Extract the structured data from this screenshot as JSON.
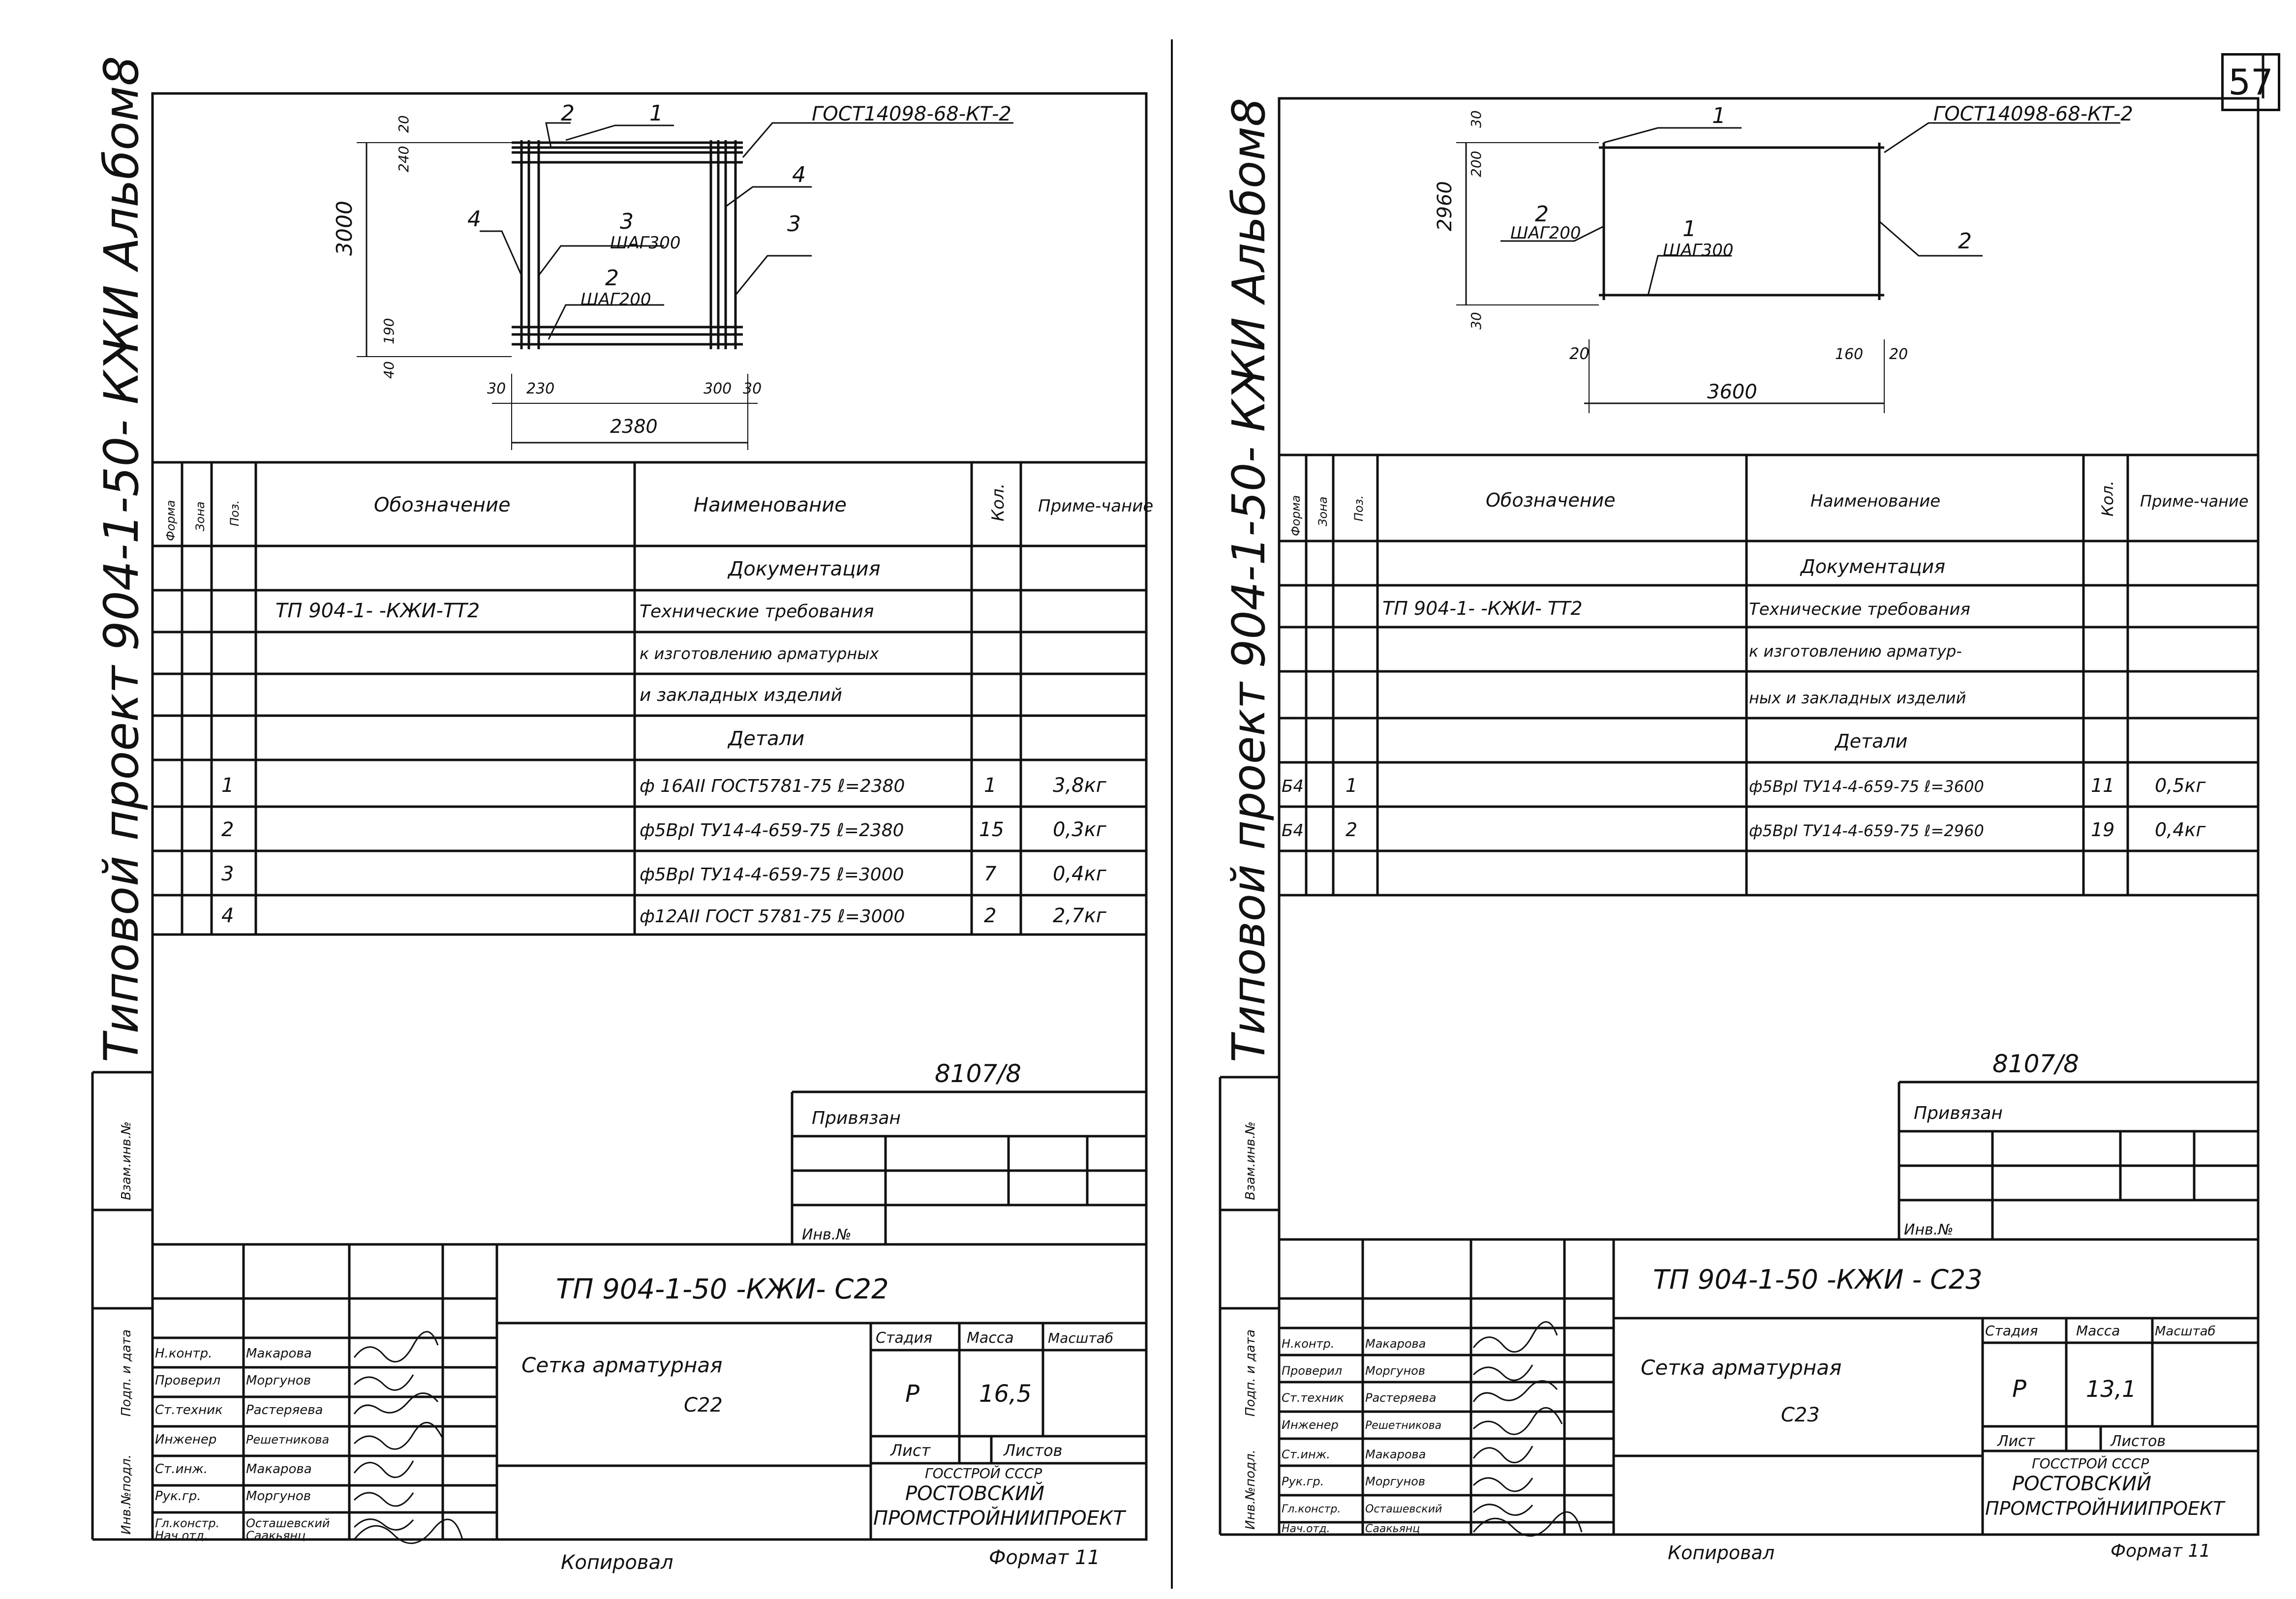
{
  "page_number": "57",
  "left_sheet": {
    "series_title": "Типовой проект 904-1-50- КЖИ Альбом8",
    "drawing": {
      "gost_label": "ГОСТ14098-68-КТ-2",
      "callouts": [
        "1",
        "2",
        "3",
        "4",
        "4",
        "3"
      ],
      "step_labels": [
        "ШАГ300",
        "ШАГ200"
      ],
      "step_marks": [
        "3",
        "2"
      ],
      "dims": [
        "3000",
        "240",
        "20",
        "190",
        "40",
        "30",
        "230",
        "300",
        "30",
        "2380"
      ]
    },
    "headers": {
      "forma": "Форма",
      "zona": "Зона",
      "poz": "Поз.",
      "designation": "Обозначение",
      "name": "Наименование",
      "qty": "Кол.",
      "note": "Приме-чание"
    },
    "section_docs": "Документация",
    "doc_designation": "ТП 904-1-   -КЖИ-ТТ2",
    "doc_lines": [
      "Технические требования",
      "к изготовлению арматурных",
      "и закладных изделий"
    ],
    "section_details": "Детали",
    "rows": [
      {
        "poz": "1",
        "name": "ф 16АII ГОСТ5781-75 ℓ=2380",
        "qty": "1",
        "note": "3,8кг"
      },
      {
        "poz": "2",
        "name": "ф5ВрI ТУ14-4-659-75 ℓ=2380",
        "qty": "15",
        "note": "0,3кг"
      },
      {
        "poz": "3",
        "name": "ф5ВрI ТУ14-4-659-75 ℓ=3000",
        "qty": "7",
        "note": "0,4кг"
      },
      {
        "poz": "4",
        "name": "ф12АII ГОСТ 5781-75 ℓ=3000",
        "qty": "2",
        "note": "2,7кг"
      }
    ],
    "archive_no": "8107/8",
    "privyazan": "Привязан",
    "inv_no": "Инв.№",
    "side_labels": [
      "Инв.№подл.",
      "Подп. и дата",
      "Взам.инв.№"
    ],
    "code": "ТП 904-1-50    -КЖИ- С22",
    "title_line1": "Сетка арматурная",
    "title_line2": "С22",
    "stage_header": "Стадия",
    "mass_header": "Масса",
    "scale_header": "Масштаб",
    "stage": "Р",
    "mass": "16,5",
    "sheet_label": "Лист",
    "sheets_label": "Листов",
    "org1": "ГОССТРОЙ СССР",
    "org2": "РОСТОВСКИЙ",
    "org3": "ПРОМСТРОЙНИИПРОЕКТ",
    "roles": [
      "Н.контр.",
      "Проверил",
      "Ст.техник",
      "Инженер",
      "Ст.инж.",
      "Рук.гр.",
      "Гл.констр.",
      "Нач.отд."
    ],
    "names": [
      "Макарова",
      "Моргунов",
      "Растеряева",
      "Решетникова",
      "Макарова",
      "Моргунов",
      "Осташевский",
      "Саакьянц"
    ],
    "copied": "Копировал",
    "format": "Формат 11"
  },
  "right_sheet": {
    "series_title": "Типовой проект 904-1-50- КЖИ Альбом8",
    "drawing": {
      "gost_label": "ГОСТ14098-68-КТ-2",
      "callouts": [
        "1",
        "2",
        "1",
        "2"
      ],
      "step_labels": [
        "ШАГ200",
        "ШАГ300"
      ],
      "dims": [
        "2960",
        "200",
        "30",
        "30",
        "20",
        "3600",
        "160",
        "20"
      ]
    },
    "headers": {
      "forma": "Форма",
      "zona": "Зона",
      "poz": "Поз.",
      "designation": "Обозначение",
      "name": "Наименование",
      "qty": "Кол.",
      "note": "Приме-чание"
    },
    "section_docs": "Документация",
    "doc_designation": "ТП 904-1-    -КЖИ- ТТ2",
    "doc_lines": [
      "Технические требования",
      "к изготовлению арматур-",
      "ных и закладных изделий"
    ],
    "section_details": "Детали",
    "rows": [
      {
        "forma": "Б4",
        "poz": "1",
        "name": "ф5ВрI ТУ14-4-659-75 ℓ=3600",
        "qty": "11",
        "note": "0,5кг"
      },
      {
        "forma": "Б4",
        "poz": "2",
        "name": "ф5ВрI ТУ14-4-659-75 ℓ=2960",
        "qty": "19",
        "note": "0,4кг"
      }
    ],
    "archive_no": "8107/8",
    "privyazan": "Привязан",
    "inv_no": "Инв.№",
    "side_labels": [
      "Инв.№подл.",
      "Подп. и дата",
      "Взам.инв.№"
    ],
    "code": "ТП 904-1-50     -КЖИ - С23",
    "title_line1": "Сетка арматурная",
    "title_line2": "С23",
    "stage_header": "Стадия",
    "mass_header": "Масса",
    "scale_header": "Масштаб",
    "stage": "Р",
    "mass": "13,1",
    "sheet_label": "Лист",
    "sheets_label": "Листов",
    "org1": "ГОССТРОЙ СССР",
    "org2": "РОСТОВСКИЙ",
    "org3": "ПРОМСТРОЙНИИПРОЕКТ",
    "roles": [
      "Н.контр.",
      "Проверил",
      "Ст.техник",
      "Инженер",
      "Ст.инж.",
      "Рук.гр.",
      "Гл.констр.",
      "Нач.отд."
    ],
    "names": [
      "Макарова",
      "Моргунов",
      "Растеряева",
      "Решетникова",
      "Макарова",
      "Моргунов",
      "Осташевский",
      "Саакьянц"
    ],
    "copied": "Копировал",
    "format": "Формат 11"
  }
}
